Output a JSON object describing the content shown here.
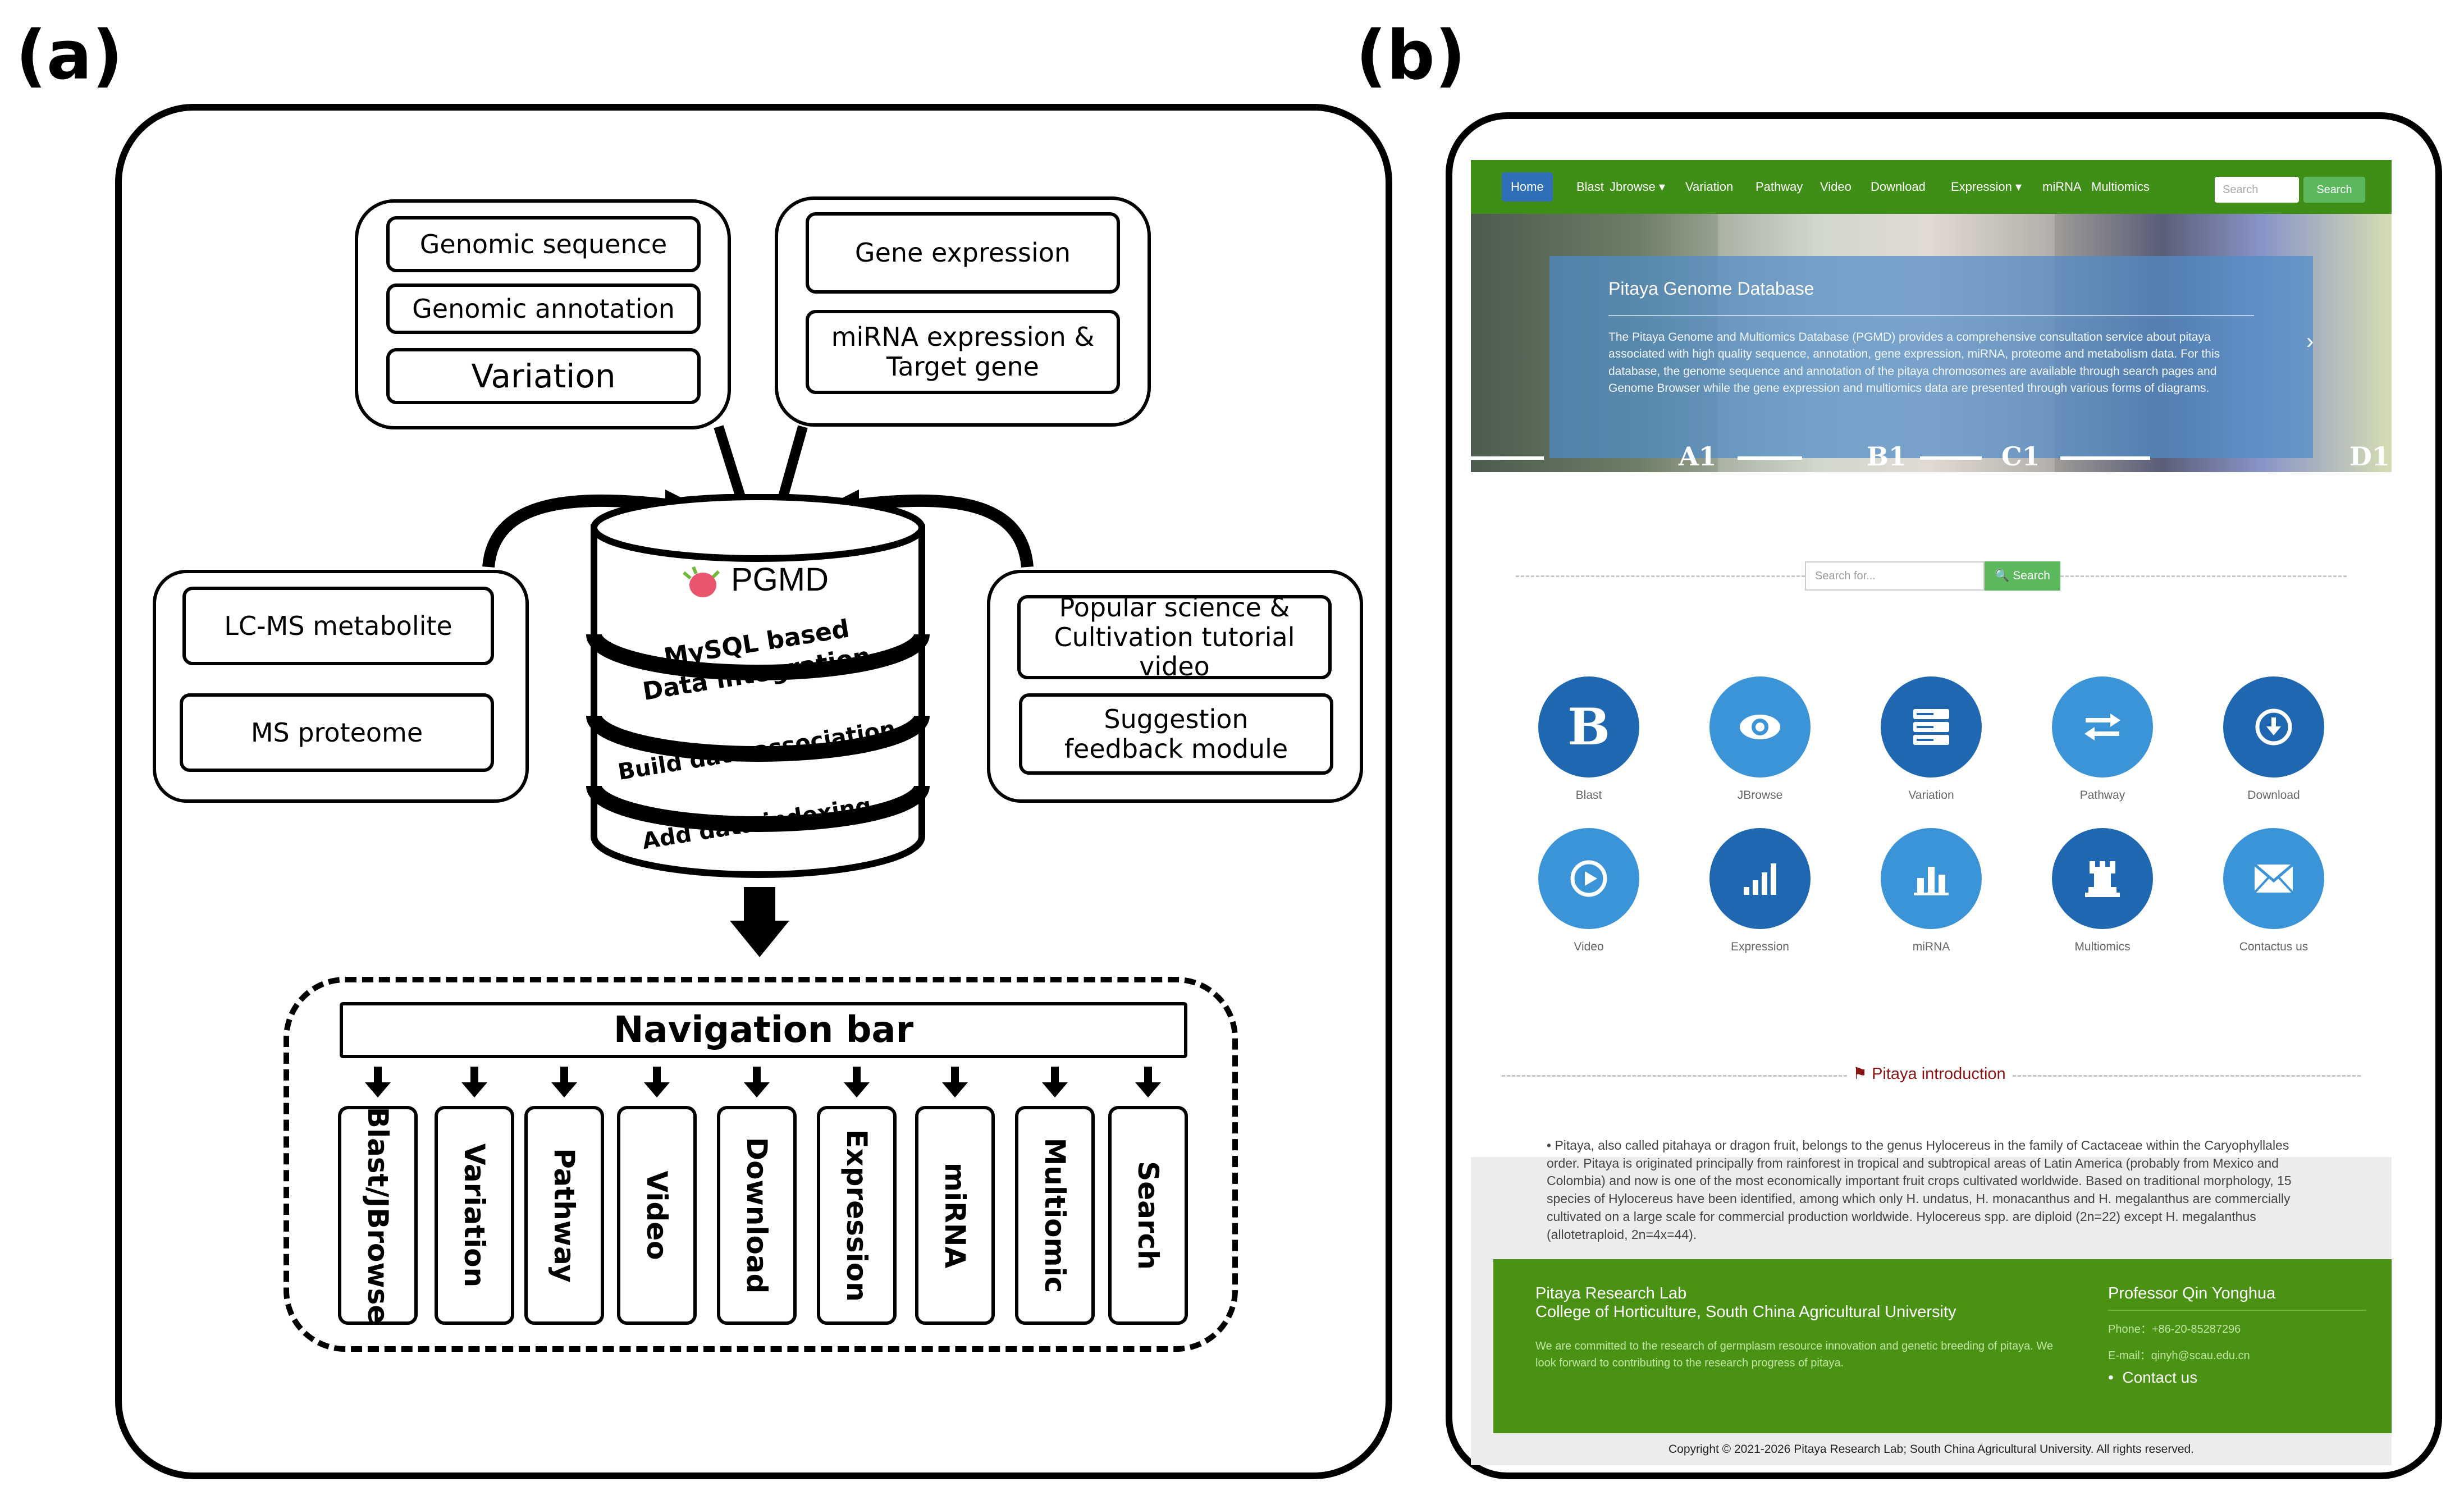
{
  "panel_labels": {
    "a": "(a)",
    "b": "(b)"
  },
  "panel_a": {
    "genomic_group": [
      "Genomic sequence",
      "Genomic annotation",
      "Variation"
    ],
    "expression_group": [
      "Gene expression",
      "miRNA expression & Target gene"
    ],
    "left_group": [
      "LC-MS metabolite",
      "MS proteome"
    ],
    "right_group": [
      "Popular science & Cultivation tutorial video",
      "Suggestion feedback module"
    ],
    "database": {
      "name": "PGMD",
      "layers": [
        "MySQL based",
        "Data integration",
        "Build data association",
        "Add data indexing"
      ]
    },
    "navigation_bar": "Navigation bar",
    "nav_items": [
      "Blast/JBrowse",
      "Variation",
      "Pathway",
      "Video",
      "Download",
      "Expression",
      "miRNA",
      "Multiomic",
      "Search"
    ]
  },
  "panel_b": {
    "nav": {
      "items": [
        "Home",
        "Blast",
        "Jbrowse ▾",
        "Variation",
        "Pathway",
        "Video",
        "Download",
        "Expression ▾",
        "miRNA",
        "Multiomics"
      ],
      "search_placeholder": "Search",
      "search_button": "Search"
    },
    "hero": {
      "title": "Pitaya Genome Database",
      "text": "The Pitaya Genome and Multiomics Database (PGMD) provides a comprehensive consultation service about pitaya associated with high quality sequence, annotation, gene expression, miRNA, proteome and metabolism data. For this database, the genome sequence and annotation of the pitaya chromosomes are available through search pages and Genome Browser while the gene expression and multiomics data are presented through various forms of diagrams.",
      "slide_labels": [
        "A1",
        "B1",
        "C1",
        "D1"
      ]
    },
    "search": {
      "placeholder": "Search for...",
      "button": "Search"
    },
    "icons": [
      {
        "label": "Blast",
        "icon": "b-letter-icon"
      },
      {
        "label": "JBrowse",
        "icon": "eye-icon"
      },
      {
        "label": "Variation",
        "icon": "server-icon"
      },
      {
        "label": "Pathway",
        "icon": "exchange-icon"
      },
      {
        "label": "Download",
        "icon": "download-icon"
      },
      {
        "label": "Video",
        "icon": "play-icon"
      },
      {
        "label": "Expression",
        "icon": "signal-bars-icon"
      },
      {
        "label": "miRNA",
        "icon": "bar-chart-icon"
      },
      {
        "label": "Multiomics",
        "icon": "chess-rook-icon"
      },
      {
        "label": "Contactus us",
        "icon": "envelope-icon"
      }
    ],
    "intro": {
      "title": "Pitaya introduction",
      "text": "Pitaya, also called pitahaya or dragon fruit, belongs to the genus Hylocereus in the family of Cactaceae within the Caryophyllales order. Pitaya is originated principally from rainforest in tropical and subtropical areas of Latin America (probably from Mexico and Colombia) and now is one of the most economically important fruit crops cultivated worldwide. Based on traditional morphology, 15 species of Hylocereus have been identified, among which only H. undatus, H. monacanthus and H. megalanthus are commercially cultivated on a large scale for commercial production worldwide. Hylocereus spp. are diploid (2n=22) except H. megalanthus (allotetraploid, 2n=4x=44)."
    },
    "footer": {
      "lab": "Pitaya Research Lab",
      "college": "College of Horticulture, South China Agricultural University",
      "mission": "We are committed to the research of germplasm resource innovation and genetic breeding of pitaya. We look forward to contributing to the research progress of pitaya.",
      "professor": "Professor Qin Yonghua",
      "phone": "Phone：+86-20-85287296",
      "email": "E-mail：qinyh@scau.edu.cn",
      "contact": "Contact us",
      "copyright": "Copyright © 2021-2026 Pitaya Research Lab; South China Agricultural University. All rights reserved."
    }
  },
  "colors": {
    "nav_green": "#3f8e17",
    "home_blue": "#2f6fb7",
    "icon_dark": "#1f67b1",
    "icon_light": "#3c94d8",
    "footer_green": "#4a9213",
    "intro_red": "#8b1515"
  }
}
